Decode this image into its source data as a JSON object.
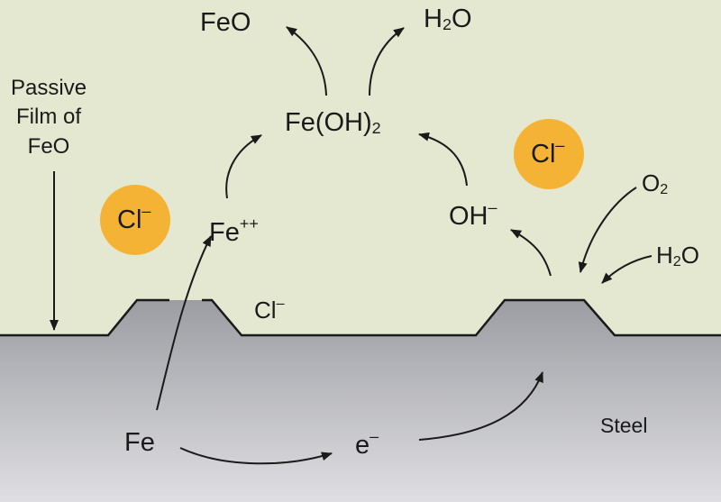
{
  "labels": {
    "feo_top": "FeO",
    "h2o_top_main": "H",
    "h2o_top_sub": "2",
    "h2o_top_tail": "O",
    "passive_line1": "Passive",
    "passive_line2": "Film of",
    "passive_line3": "FeO",
    "feoh2_main": "Fe(OH)",
    "feoh2_sub": "2",
    "cl_ion_left_main": "Cl",
    "cl_ion_left_sup": "–",
    "cl_ion_right_main": "Cl",
    "cl_ion_right_sup": "–",
    "fe_ion_main": "Fe",
    "fe_ion_sup": "++",
    "cl_surface_main": "Cl",
    "cl_surface_sup": "–",
    "oh_main": "OH",
    "oh_sup": "–",
    "o2_main": "O",
    "o2_sub": "2",
    "h2o_right_main": "H",
    "h2o_right_sub": "2",
    "h2o_right_tail": "O",
    "fe_metal": "Fe",
    "electron_main": "e",
    "electron_sup": "–",
    "steel": "Steel"
  },
  "colors": {
    "background": "#e5e8d0",
    "steel_top": "#9c9da2",
    "steel_bottom": "#dfdfe3",
    "chloride_circle": "#f5b335",
    "ink": "#1a1a1a"
  }
}
